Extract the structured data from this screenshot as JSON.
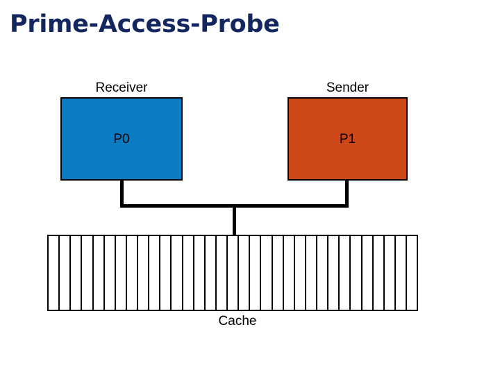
{
  "slide": {
    "title": "Prime-Access-Probe",
    "title_color": "#13265E",
    "background": "#ffffff"
  },
  "diagram": {
    "type": "cache-side-channel-schematic",
    "boxes": [
      {
        "name": "receiver",
        "caption": "Receiver",
        "label": "P0",
        "fill": "#0B7BC4",
        "border": "#000000"
      },
      {
        "name": "sender",
        "caption": "Sender",
        "label": "P1",
        "fill": "#CE4718",
        "border": "#000000"
      }
    ],
    "shared_resource": {
      "name": "cache",
      "label": "Cache",
      "cell_count": 33,
      "fill": "#ffffff",
      "border": "#000000"
    },
    "connectors": {
      "description": "Both processes connect through a shared bus down to the cache",
      "color": "#000000"
    }
  }
}
